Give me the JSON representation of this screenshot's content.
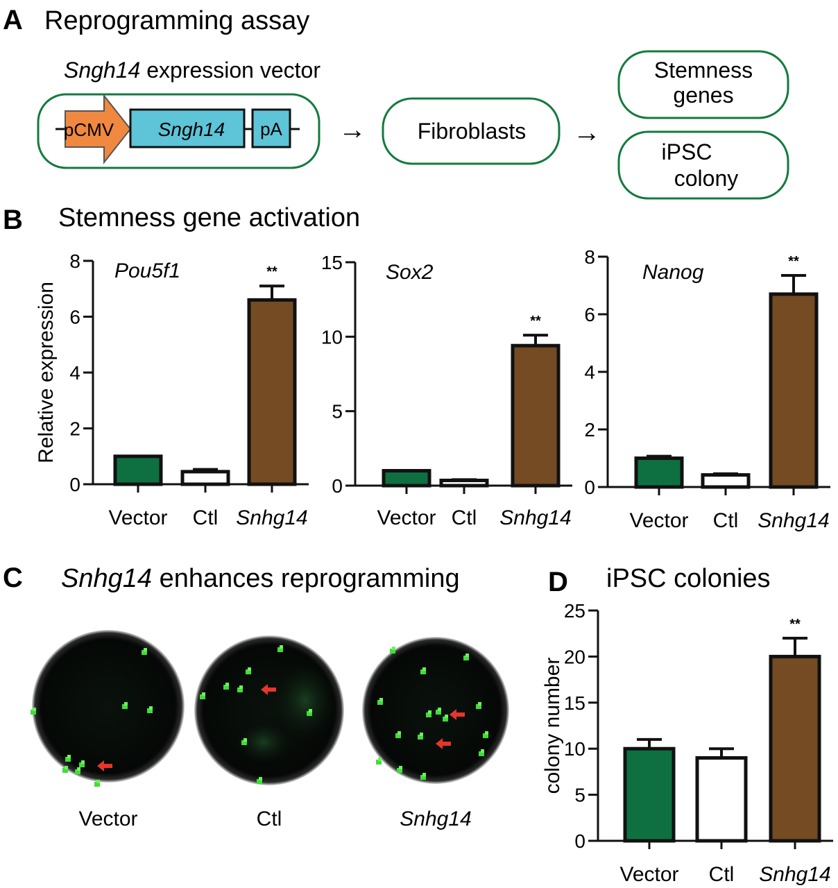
{
  "panels": {
    "A": {
      "letter": "A",
      "title": "Reprogramming assay",
      "vector_title_gene": "Sngh14",
      "vector_title_rest": " expression vector",
      "promoter": "pCMV",
      "insert": "Sngh14",
      "polyA": "pA",
      "target": "Fibroblasts",
      "outcome_1_line1": "Stemness",
      "outcome_1_line2": "genes",
      "outcome_2_line1": "iPSC",
      "outcome_2_line2": "colony",
      "arrow": "→"
    },
    "B": {
      "letter": "B",
      "title": "Stemness gene activation"
    },
    "C": {
      "letter": "C",
      "title_gene": "Snhg14",
      "title_rest": " enhances reprogramming",
      "labels": [
        {
          "text": "Vector",
          "italic": false
        },
        {
          "text": "Ctl",
          "italic": false
        },
        {
          "text": "Snhg14",
          "italic": true
        }
      ]
    },
    "D": {
      "letter": "D",
      "title": "iPSC colonies"
    }
  },
  "colors": {
    "green": "#0e7040",
    "white": "#ffffff",
    "brown": "#744b22",
    "promoter": "#f08840",
    "insert": "#5ec4d8",
    "outline_green": "#137a3e",
    "arrow_red": "#e8352b"
  },
  "chart_data": [
    {
      "type": "bar",
      "gene": "Pou5f1",
      "ylabel": "Relative expression",
      "categories": [
        "Vector",
        "Ctl",
        "Snhg14"
      ],
      "italic_categories": [
        false,
        false,
        true
      ],
      "values": [
        1.0,
        0.45,
        6.6
      ],
      "errors": [
        0.0,
        0.08,
        0.5
      ],
      "significance": [
        "",
        "",
        "**"
      ],
      "ylim": [
        0,
        8
      ],
      "yticks": [
        0,
        2,
        4,
        6,
        8
      ]
    },
    {
      "type": "bar",
      "gene": "Sox2",
      "ylabel": "",
      "categories": [
        "Vector",
        "Ctl",
        "Snhg14"
      ],
      "italic_categories": [
        false,
        false,
        true
      ],
      "values": [
        1.0,
        0.35,
        9.4
      ],
      "errors": [
        0.0,
        0.05,
        0.7
      ],
      "significance": [
        "",
        "",
        "**"
      ],
      "ylim": [
        0,
        15
      ],
      "yticks": [
        0,
        5,
        10,
        15
      ]
    },
    {
      "type": "bar",
      "gene": "Nanog",
      "ylabel": "",
      "categories": [
        "Vector",
        "Ctl",
        "Snhg14"
      ],
      "italic_categories": [
        false,
        false,
        true
      ],
      "values": [
        1.0,
        0.42,
        6.7
      ],
      "errors": [
        0.07,
        0.04,
        0.65
      ],
      "significance": [
        "",
        "",
        "**"
      ],
      "ylim": [
        0,
        8
      ],
      "yticks": [
        0,
        2,
        4,
        6,
        8
      ]
    },
    {
      "type": "bar",
      "gene": "",
      "ylabel": "colony number",
      "categories": [
        "Vector",
        "Ctl",
        "Snhg14"
      ],
      "italic_categories": [
        false,
        false,
        true
      ],
      "values": [
        10.0,
        9.0,
        20.0
      ],
      "errors": [
        1.0,
        1.0,
        2.0
      ],
      "significance": [
        "",
        "",
        "**"
      ],
      "ylim": [
        0,
        25
      ],
      "yticks": [
        0,
        5,
        10,
        15,
        20,
        25
      ]
    }
  ]
}
